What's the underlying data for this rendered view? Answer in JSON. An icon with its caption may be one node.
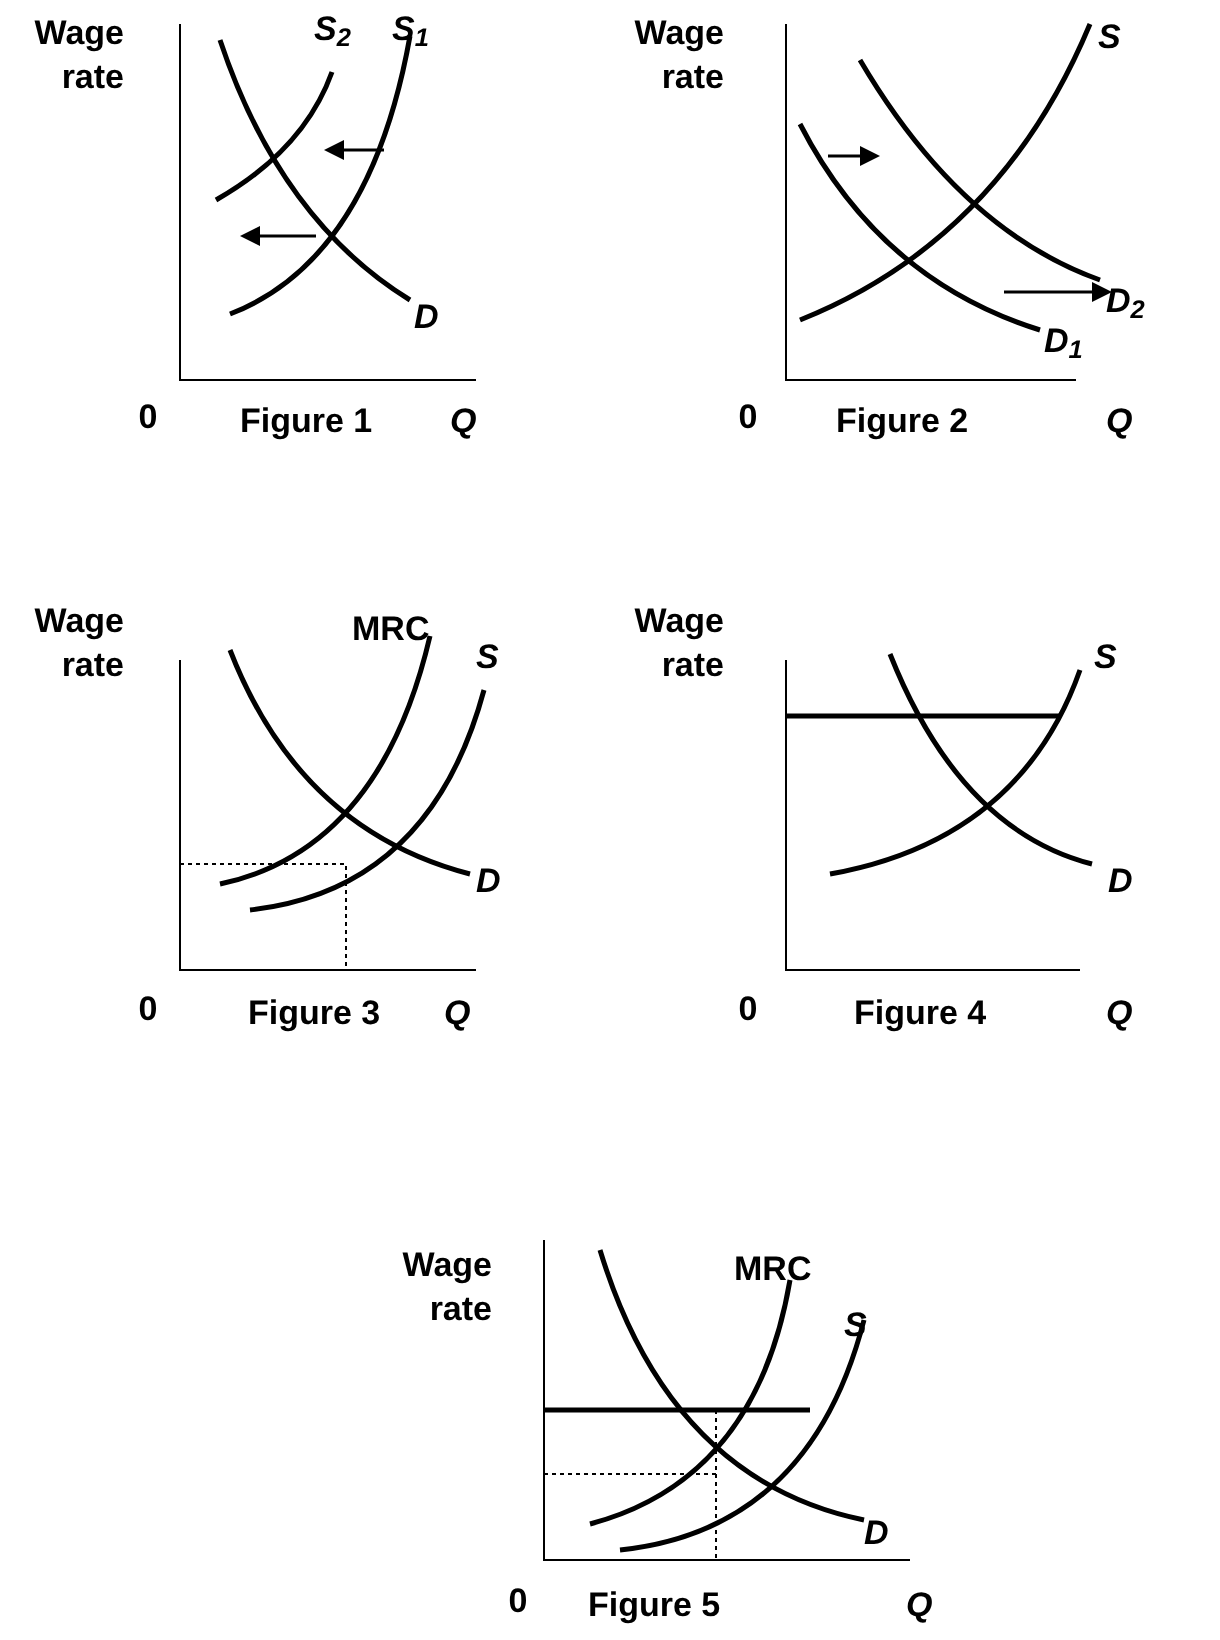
{
  "diagram": {
    "labels": [
      "Wage rate",
      "S$_{2}$",
      "S$_{1}$",
      "D",
      "0",
      "Figure 1",
      "Q",
      "Wage rate",
      "S",
      "D$_{2}$",
      "D$_{1}$",
      "0",
      "Figure 2",
      "Q",
      "Wage rate",
      "MRC",
      "S",
      "D",
      "0",
      "Figure 3",
      "Q",
      "Wage rate",
      "S",
      "D",
      "0",
      "Figure 4",
      "Q",
      "Wage rate",
      "MRC",
      "S",
      "D",
      "0",
      "Figure 5",
      "Q"
    ]
  }
}
